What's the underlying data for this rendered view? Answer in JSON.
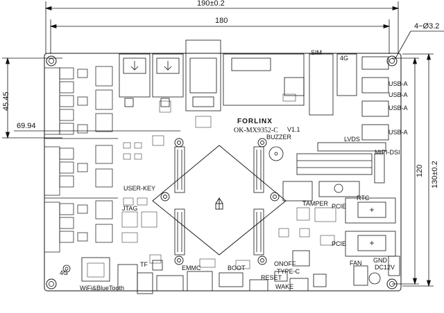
{
  "dimensions": {
    "overall_width": "190±0.2",
    "inner_width": "180",
    "hole_callout": "4−Ø3.2",
    "left_offset": "45.45",
    "height_outer": "130±0.2",
    "height_inner": "120",
    "side_offset": "69.94"
  },
  "board": {
    "brand": "FORLINX",
    "model": "OK-MX9352-C",
    "version": "V1.1"
  },
  "labels": {
    "sim": "SIM",
    "g4_top": "4G",
    "usb_a1": "USB-A",
    "usb_a2": "USB-A",
    "usb_a3": "USB-A",
    "usb_a4": "USB-A",
    "lvds": "LVDS",
    "mipi_dsi": "MIPI-DSI",
    "buzzer": "BUZZER",
    "user_key": "USER-KEY",
    "jtag": "JTAG",
    "rtc": "RTC",
    "tamper": "TAMPER",
    "pcie1": "PCIE",
    "pcie2": "PCIE",
    "g4_bottom": "4G",
    "tf": "TF",
    "wifi": "WiFi&BlueTooth",
    "emmc": "EMMC",
    "boot": "BOOT",
    "type_c": "TYPE-C",
    "reset": "RESET",
    "wake": "WAKE",
    "onoff": "ONOFF",
    "fan": "FAN",
    "dcin": "DC12V",
    "gnd": "GND"
  },
  "colors": {
    "line": "#111111",
    "fill": "#ffffff"
  }
}
